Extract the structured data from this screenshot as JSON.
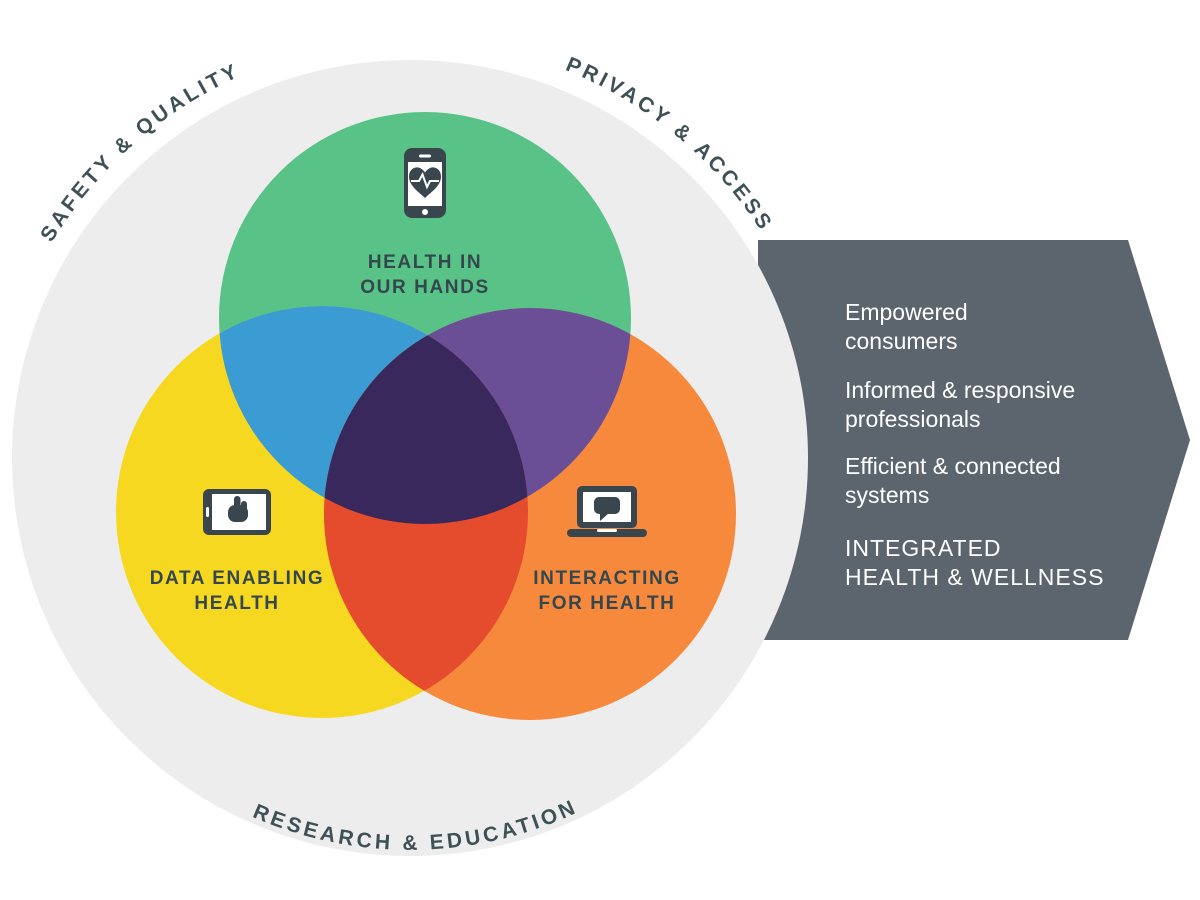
{
  "diagram": {
    "outer_circle_color": "#ededee",
    "label_color": "#3e5156",
    "icon_color": "#3a464e",
    "outer_labels": {
      "top_left": "SAFETY & QUALITY",
      "top_right": "PRIVACY & ACCESS",
      "bottom": "RESEARCH & EDUCATION"
    },
    "circles": [
      {
        "id": "health-in-our-hands",
        "label": "HEALTH IN\nOUR HANDS",
        "color": "#58c287",
        "icon": "phone-heart-icon"
      },
      {
        "id": "data-enabling-health",
        "label": "DATA ENABLING\nHEALTH",
        "color": "#f7d820",
        "icon": "tablet-hand-icon"
      },
      {
        "id": "interacting-for-health",
        "label": "INTERACTING\nFOR HEALTH",
        "color": "#f6893c",
        "icon": "laptop-chat-icon"
      }
    ],
    "overlaps": {
      "green_yellow": "#3b9cd4",
      "green_orange": "#6a4f97",
      "yellow_orange": "#e54b2d",
      "center": "#38285c"
    },
    "arrow": {
      "color": "#5c656d",
      "items": [
        "Empowered\nconsumers",
        "Informed & responsive\nprofessionals",
        "Efficient & connected\nsystems",
        "INTEGRATED\nHEALTH & WELLNESS"
      ]
    }
  }
}
